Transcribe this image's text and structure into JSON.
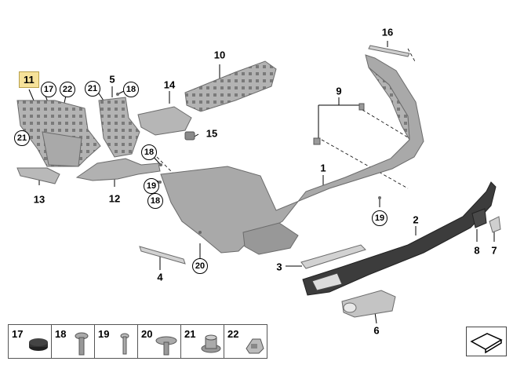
{
  "diagram": {
    "callouts": [
      {
        "id": "callout-11",
        "text": "11",
        "style": "highlight"
      },
      {
        "id": "callout-17-top",
        "text": "17",
        "style": "circle"
      },
      {
        "id": "callout-22-top",
        "text": "22",
        "style": "circle"
      },
      {
        "id": "callout-21-top-left",
        "text": "21",
        "style": "circle"
      },
      {
        "id": "callout-21-top-mid",
        "text": "21",
        "style": "circle"
      },
      {
        "id": "callout-5",
        "text": "5",
        "style": "plain"
      },
      {
        "id": "callout-18-top",
        "text": "18",
        "style": "circle"
      },
      {
        "id": "callout-10",
        "text": "10",
        "style": "plain"
      },
      {
        "id": "callout-14",
        "text": "14",
        "style": "plain"
      },
      {
        "id": "callout-15",
        "text": "15",
        "style": "plain"
      },
      {
        "id": "callout-16",
        "text": "16",
        "style": "plain"
      },
      {
        "id": "callout-9",
        "text": "9",
        "style": "plain"
      },
      {
        "id": "callout-1",
        "text": "1",
        "style": "plain"
      },
      {
        "id": "callout-18-mid",
        "text": "18",
        "style": "circle"
      },
      {
        "id": "callout-19-mid",
        "text": "19",
        "style": "circle"
      },
      {
        "id": "callout-18-low",
        "text": "18",
        "style": "circle"
      },
      {
        "id": "callout-13",
        "text": "13",
        "style": "plain"
      },
      {
        "id": "callout-12",
        "text": "12",
        "style": "plain"
      },
      {
        "id": "callout-19-right",
        "text": "19",
        "style": "circle"
      },
      {
        "id": "callout-2",
        "text": "2",
        "style": "plain"
      },
      {
        "id": "callout-4",
        "text": "4",
        "style": "plain"
      },
      {
        "id": "callout-20",
        "text": "20",
        "style": "circle"
      },
      {
        "id": "callout-3",
        "text": "3",
        "style": "plain"
      },
      {
        "id": "callout-8",
        "text": "8",
        "style": "plain"
      },
      {
        "id": "callout-7",
        "text": "7",
        "style": "plain"
      },
      {
        "id": "callout-6",
        "text": "6",
        "style": "plain"
      }
    ],
    "legend": [
      {
        "number": "17",
        "part": "grommet"
      },
      {
        "number": "18",
        "part": "screw"
      },
      {
        "number": "19",
        "part": "pin"
      },
      {
        "number": "20",
        "part": "washer-screw"
      },
      {
        "number": "21",
        "part": "nut"
      },
      {
        "number": "22",
        "part": "clip"
      }
    ],
    "colors": {
      "part_fill": "#b8b8b8",
      "part_stroke": "#6b6b6b",
      "dark_part": "#3a3a3a",
      "highlight": "#f6e29a"
    }
  }
}
